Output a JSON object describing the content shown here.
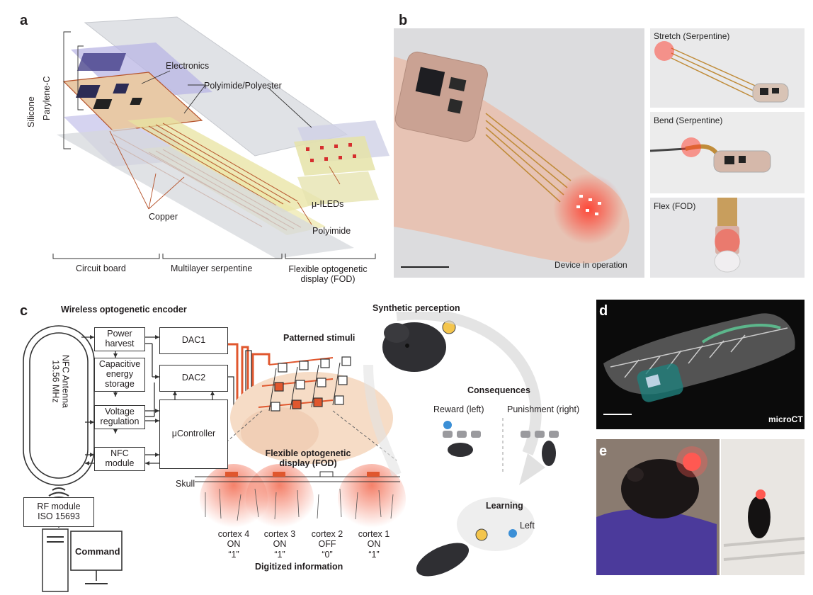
{
  "panels": {
    "a": "a",
    "b": "b",
    "c": "c",
    "d": "d",
    "e": "e"
  },
  "a": {
    "silicone": "Silicone",
    "parylene": "Parylene-C",
    "electronics": "Electronics",
    "polyimide_polyester": "Polyimide/Polyester",
    "copper": "Copper",
    "uiled": "μ-ILEDs",
    "polyimide": "Polyimide",
    "circuit_board": "Circuit board",
    "multilayer": "Multilayer serpentine",
    "fod_line1": "Flexible optogenetic",
    "fod_line2": "display (FOD)"
  },
  "b": {
    "main_caption": "Device in operation",
    "stretch": "Stretch (Serpentine)",
    "bend": "Bend (Serpentine)",
    "flex": "Flex (FOD)"
  },
  "c": {
    "title": "Wireless optogenetic encoder",
    "antenna_line1": "NFC Antenna",
    "antenna_line2": "13.56 MHz",
    "power_harvest": "Power harvest",
    "capacitive": "Capacitive energy storage",
    "voltage": "Voltage regulation",
    "nfc_module": "NFC module",
    "dac1": "DAC1",
    "dac2": "DAC2",
    "ucontroller": "μController",
    "rf_line1": "RF module",
    "rf_line2": "ISO 15693",
    "command": "Command",
    "patterned": "Patterned stimuli",
    "fod_line1": "Flexible optogenetic",
    "fod_line2": "display (FOD)",
    "skull": "Skull",
    "cortex": [
      {
        "name": "cortex 4",
        "state": "ON",
        "bit": "“1”"
      },
      {
        "name": "cortex 3",
        "state": "ON",
        "bit": "“1”"
      },
      {
        "name": "cortex 2",
        "state": "OFF",
        "bit": "“0”"
      },
      {
        "name": "cortex 1",
        "state": "ON",
        "bit": "“1”"
      }
    ],
    "digitized": "Digitized information",
    "synthetic": "Synthetic perception",
    "consequences": "Consequences",
    "reward": "Reward (left)",
    "punishment": "Punishment (right)",
    "learning": "Learning",
    "left": "Left"
  },
  "d": {
    "caption": "microCT"
  },
  "colors": {
    "copper": "#b5522a",
    "led_red": "#e8362d",
    "fod_orange": "#e0572e",
    "dark_bg": "#0b0b0b",
    "glove": "#4b3a9b"
  }
}
